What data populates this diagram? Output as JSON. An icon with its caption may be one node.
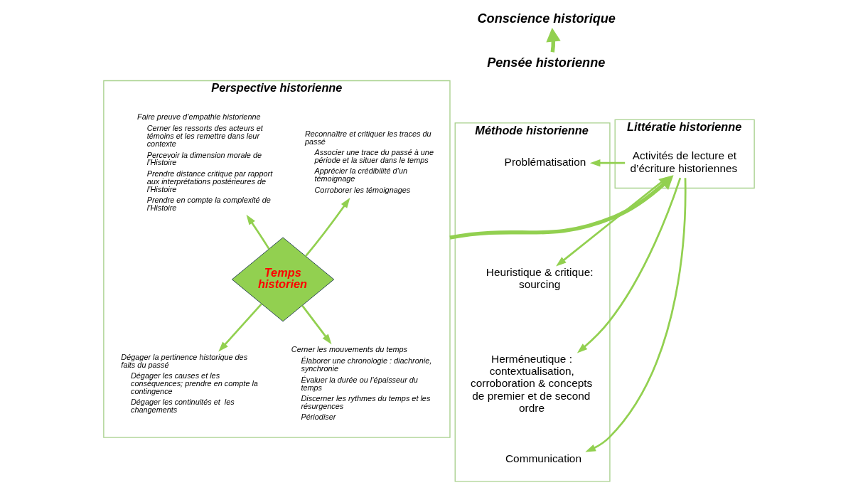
{
  "diagram": {
    "nodes": [
      {
        "text": [
          "Conscience historique"
        ]
      },
      {
        "text": [
          "Pensée historienne"
        ]
      },
      {
        "text": [
          "Méthode historienne"
        ]
      },
      {
        "text": [
          "Problématisation"
        ],
        "in": 2
      },
      {
        "text": [
          "Heuristique & critique: sourcing"
        ],
        "in": 2
      },
      {
        "text": [
          "Herméneutique : contextualisation, corroboration & concepts de premier et de second ordre"
        ],
        "in": 2
      },
      {
        "text": [
          "Communication"
        ],
        "in": 2
      },
      {
        "text": [
          "Littératie historienne"
        ]
      },
      {
        "text": [
          "Activités de lecture et d’écriture historiennes"
        ],
        "in": 7
      },
      {
        "text": [
          "Perspective historienne"
        ]
      },
      {
        "text": [
          "Reconnaître et critiquer les traces du passé",
          "Associer une trace du passé à une période et la situer dans le temps",
          "Apprécier la crédibilité d’un témoignage",
          "Corroborer les témoignages"
        ],
        "in": 9
      },
      {
        "text": [
          "Faire preuve d’empathie historienne",
          "Cerner les ressorts des acteurs et témoins et les remettre dans leur contexte",
          "Percevoir la dimension morale de l’Histoire",
          "Prendre distance critique par rapport aux interprétations postérieures de l’Histoire",
          "Prendre en compte la complexité de l’Histoire"
        ],
        "in": 9
      },
      {
        "text": [
          "Temps historien"
        ],
        "in": 9
      },
      {
        "text": [
          "Dégager la pertinence historique des faits du passé",
          "Dégager les causes et les conséquences; prendre en compte la contingence",
          "Dégager les continuités et  les changements"
        ],
        "in": 9
      },
      {
        "text": [
          "Cerner les mouvements du temps",
          "Élaborer une chronologie : diachronie, synchronie",
          "Évaluer la durée ou l’épaisseur du temps",
          "Discerner les rythmes du temps et les résurgences",
          "Périodiser"
        ],
        "in": 9
      }
    ],
    "edges": [
      {
        "from": 1,
        "to": 0,
        "arrow": "to",
        "style": "thick"
      },
      {
        "from": 9,
        "to": 8,
        "arrow": "to",
        "style": "thick"
      },
      {
        "from": 8,
        "to": 3,
        "arrow": "to"
      },
      {
        "from": 8,
        "to": 4,
        "arrow": "to"
      },
      {
        "from": 8,
        "to": 5,
        "arrow": "to"
      },
      {
        "from": 8,
        "to": 6,
        "arrow": "to"
      },
      {
        "from": 12,
        "to": 10,
        "arrow": "to"
      },
      {
        "from": 12,
        "to": 11,
        "arrow": "to"
      },
      {
        "from": 12,
        "to": 13,
        "arrow": "to"
      },
      {
        "from": 12,
        "to": 14,
        "arrow": "to"
      }
    ]
  }
}
